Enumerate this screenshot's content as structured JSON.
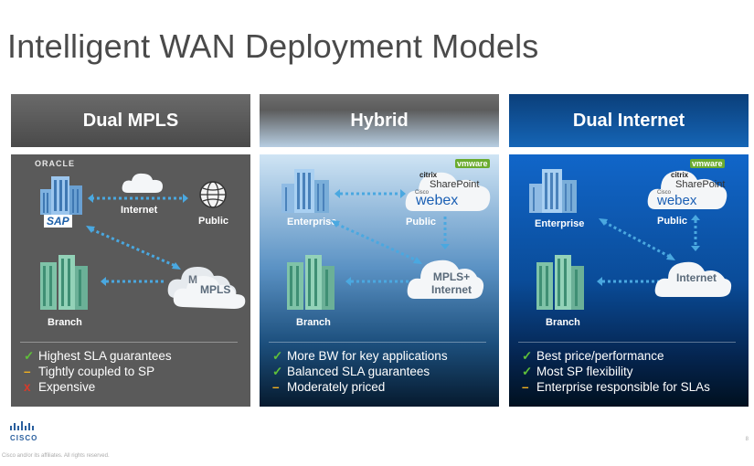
{
  "slide": {
    "title": "Intelligent WAN Deployment Models",
    "footer": "Cisco and/or its affiliates. All rights reserved.",
    "page_number": "8",
    "logo_text": "CISCO"
  },
  "panels": [
    {
      "header": "Dual MPLS",
      "oracle": "ORACLE",
      "sap": "SAP",
      "labels": {
        "internet": "Internet",
        "public": "Public",
        "branch": "Branch"
      },
      "cloud": "MPLS",
      "cloud_back": "M",
      "bullets": [
        {
          "mark": "✓",
          "kind": "check",
          "text": "Highest SLA guarantees"
        },
        {
          "mark": "–",
          "kind": "dash",
          "text": "Tightly coupled to SP"
        },
        {
          "mark": "x",
          "kind": "x",
          "text": "Expensive"
        }
      ]
    },
    {
      "header": "Hybrid",
      "labels": {
        "enterprise": "Enterprise",
        "public": "Public",
        "branch": "Branch"
      },
      "cloud_line1": "MPLS+",
      "cloud_line2": "Internet",
      "apps": {
        "vmware": "vmware",
        "citrix": "citrix",
        "sharepoint": "SharePoint",
        "cisco": "Cisco",
        "webex": "webex"
      },
      "bullets": [
        {
          "mark": "✓",
          "kind": "check",
          "text": "More BW for key applications"
        },
        {
          "mark": "✓",
          "kind": "check",
          "text": "Balanced SLA guarantees"
        },
        {
          "mark": "–",
          "kind": "dash",
          "text": "Moderately priced"
        }
      ]
    },
    {
      "header": "Dual Internet",
      "labels": {
        "enterprise": "Enterprise",
        "public": "Public",
        "branch": "Branch"
      },
      "cloud": "Internet",
      "apps": {
        "vmware": "vmware",
        "citrix": "citrix",
        "sharepoint": "SharePoint",
        "cisco": "Cisco",
        "webex": "webex"
      },
      "bullets": [
        {
          "mark": "✓",
          "kind": "check",
          "text": "Best price/performance"
        },
        {
          "mark": "✓",
          "kind": "check",
          "text": "Most SP flexibility"
        },
        {
          "mark": "–",
          "kind": "dash",
          "text": "Enterprise responsible  for SLAs"
        }
      ]
    }
  ],
  "colors": {
    "arrow": "#4aa8e0",
    "cloud": "#f2f4f6",
    "header_dark": "#4a4a4a",
    "header_blue": "#0b3f7a"
  }
}
